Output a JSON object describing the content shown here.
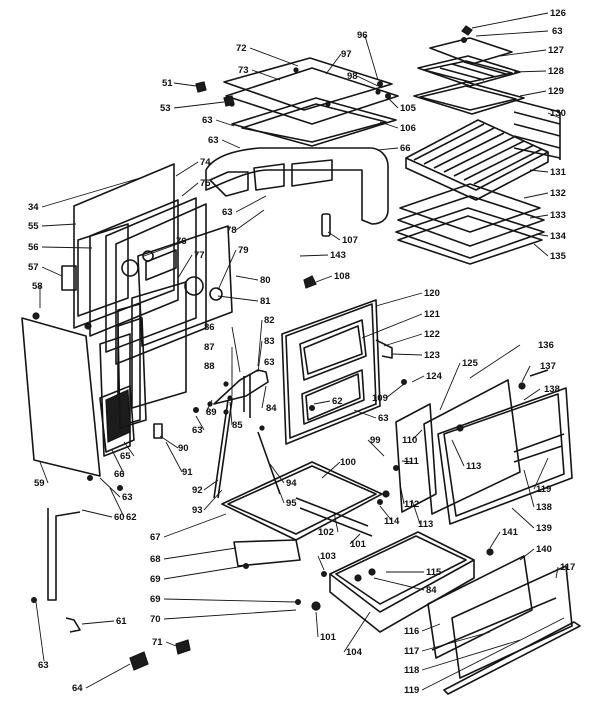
{
  "diagram": {
    "labels": [
      {
        "text": "126"
      },
      {
        "text": "63"
      },
      {
        "text": "127"
      },
      {
        "text": "128"
      },
      {
        "text": "129"
      },
      {
        "text": "130"
      },
      {
        "text": "96"
      },
      {
        "text": "72"
      },
      {
        "text": "97"
      },
      {
        "text": "73"
      },
      {
        "text": "98"
      },
      {
        "text": "51"
      },
      {
        "text": "53"
      },
      {
        "text": "105"
      },
      {
        "text": "63"
      },
      {
        "text": "106"
      },
      {
        "text": "63"
      },
      {
        "text": "66"
      },
      {
        "text": "131"
      },
      {
        "text": "132"
      },
      {
        "text": "133"
      },
      {
        "text": "134"
      },
      {
        "text": "135"
      },
      {
        "text": "74"
      },
      {
        "text": "75"
      },
      {
        "text": "34"
      },
      {
        "text": "55"
      },
      {
        "text": "56"
      },
      {
        "text": "57"
      },
      {
        "text": "76"
      },
      {
        "text": "77"
      },
      {
        "text": "79"
      },
      {
        "text": "63"
      },
      {
        "text": "78"
      },
      {
        "text": "107"
      },
      {
        "text": "143"
      },
      {
        "text": "108"
      },
      {
        "text": "80"
      },
      {
        "text": "81"
      },
      {
        "text": "58"
      },
      {
        "text": "120"
      },
      {
        "text": "121"
      },
      {
        "text": "122"
      },
      {
        "text": "123"
      },
      {
        "text": "86"
      },
      {
        "text": "82"
      },
      {
        "text": "87"
      },
      {
        "text": "83"
      },
      {
        "text": "88"
      },
      {
        "text": "63"
      },
      {
        "text": "84"
      },
      {
        "text": "89"
      },
      {
        "text": "85"
      },
      {
        "text": "62"
      },
      {
        "text": "63"
      },
      {
        "text": "109"
      },
      {
        "text": "124"
      },
      {
        "text": "125"
      },
      {
        "text": "136"
      },
      {
        "text": "137"
      },
      {
        "text": "138"
      },
      {
        "text": "110"
      },
      {
        "text": "63"
      },
      {
        "text": "99"
      },
      {
        "text": "90"
      },
      {
        "text": "65"
      },
      {
        "text": "66"
      },
      {
        "text": "91"
      },
      {
        "text": "59"
      },
      {
        "text": "63"
      },
      {
        "text": "62"
      },
      {
        "text": "92"
      },
      {
        "text": "94"
      },
      {
        "text": "95"
      },
      {
        "text": "93"
      },
      {
        "text": "100"
      },
      {
        "text": "111"
      },
      {
        "text": "112"
      },
      {
        "text": "113"
      },
      {
        "text": "113"
      },
      {
        "text": "114"
      },
      {
        "text": "119"
      },
      {
        "text": "138"
      },
      {
        "text": "139"
      },
      {
        "text": "60"
      },
      {
        "text": "67"
      },
      {
        "text": "68"
      },
      {
        "text": "102"
      },
      {
        "text": "101"
      },
      {
        "text": "141"
      },
      {
        "text": "140"
      },
      {
        "text": "69"
      },
      {
        "text": "103"
      },
      {
        "text": "115"
      },
      {
        "text": "84"
      },
      {
        "text": "117"
      },
      {
        "text": "69"
      },
      {
        "text": "70"
      },
      {
        "text": "101"
      },
      {
        "text": "61"
      },
      {
        "text": "71"
      },
      {
        "text": "104"
      },
      {
        "text": "116"
      },
      {
        "text": "117"
      },
      {
        "text": "118"
      },
      {
        "text": "119"
      },
      {
        "text": "63"
      },
      {
        "text": "64"
      }
    ]
  }
}
